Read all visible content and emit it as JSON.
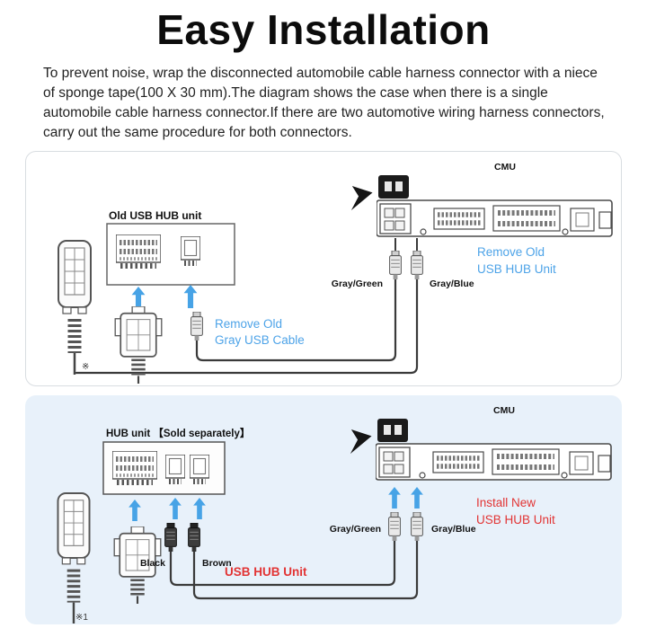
{
  "title": "Easy Installation",
  "intro": "To prevent noise, wrap the disconnected automobile cable harness connector with a niece of sponge tape(100 X 30 mm).The diagram shows the case when there is a single automobile cable harness connector.If there are two automotive wiring harness connectors, carry out the same procedure for both connectors.",
  "top_panel": {
    "cmu_label": "CMU",
    "hub_box_label": "Old USB HUB unit",
    "remove_cable_note_line1": "Remove Old",
    "remove_cable_note_line2": "Gray USB Cable",
    "remove_hub_note_line1": "Remove Old",
    "remove_hub_note_line2": "USB HUB Unit",
    "gray_green_label": "Gray/Green",
    "gray_blue_label": "Gray/Blue",
    "footnote_mark": "※"
  },
  "bottom_panel": {
    "cmu_label": "CMU",
    "hub_box_label": "HUB unit 【Sold separately】",
    "black_plug_label": "Black",
    "brown_plug_label": "Brown",
    "usb_hub_note": "USB HUB Unit",
    "install_note_line1": "Install New",
    "install_note_line2": "USB HUB Unit",
    "gray_green_label": "Gray/Green",
    "gray_blue_label": "Gray/Blue",
    "footnote_mark": "※1"
  },
  "colors": {
    "note_blue": "#4da3e8",
    "note_red": "#e23434",
    "arrow_blue": "#47a3e6",
    "bottom_panel_bg": "#e8f1fa"
  }
}
